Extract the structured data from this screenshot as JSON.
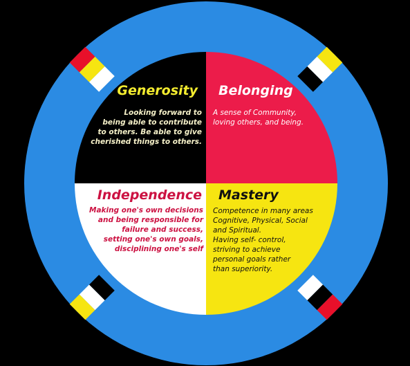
{
  "colors": {
    "background": "#000000",
    "ring": "#2b8be3",
    "generosity": "#000000",
    "belonging": "#ec1c4a",
    "independence": "#ffffff",
    "mastery": "#f6e511",
    "stripe_red": "#e8102a",
    "stripe_yellow": "#f6e511",
    "stripe_white": "#ffffff",
    "stripe_black": "#000000"
  },
  "quadrants": {
    "generosity": {
      "title": "Generosity",
      "lines": [
        "Looking forward to",
        "being able to contribute",
        "to others. Be able to give",
        "cherished things to others."
      ]
    },
    "belonging": {
      "title": "Belonging",
      "lines": [
        "A sense of Community,",
        "loving others, and being."
      ]
    },
    "independence": {
      "title": "Independence",
      "lines": [
        "Making one's own decisions",
        "and being responsible for",
        "failure and success,",
        "setting one's own goals,",
        "disciplining one's self"
      ]
    },
    "mastery": {
      "title": "Mastery",
      "lines": [
        "Competence in many areas",
        "Cognitive, Physical, Social",
        "and Spiritual.",
        "Having self- control,",
        "striving to achieve",
        "personal goals rather",
        "than superiority."
      ]
    }
  }
}
